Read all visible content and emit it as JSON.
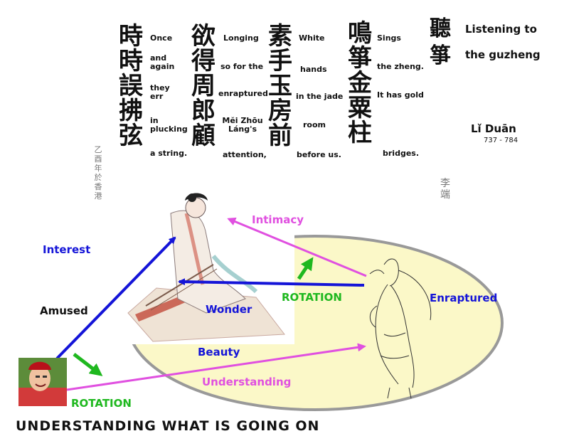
{
  "poem": {
    "columns": [
      {
        "chars": [
          "時",
          "時",
          "誤",
          "拂",
          "弦"
        ],
        "gloss": [
          "Once",
          "and again",
          "they err",
          "in plucking",
          "a string."
        ]
      },
      {
        "chars": [
          "欲",
          "得",
          "周",
          "郎",
          "顧"
        ],
        "gloss": [
          "Longing",
          "so for the",
          "enraptured",
          "Mĕi Zhōu Láng's",
          "attention,"
        ]
      },
      {
        "chars": [
          "素",
          "手",
          "玉",
          "房",
          "前"
        ],
        "gloss": [
          "White",
          "hands",
          "in the jade",
          "room",
          "before us."
        ]
      },
      {
        "chars": [
          "鳴",
          "箏",
          "金",
          "粟",
          "柱"
        ],
        "gloss": [
          "Sings",
          "the zheng.",
          "It has gold",
          "",
          "bridges."
        ]
      }
    ],
    "title_chars": [
      "聽",
      "箏"
    ],
    "title_lines": [
      "Listening to",
      "the guzheng"
    ],
    "author": "Lǐ Duān",
    "dates": "737 - 784",
    "left_seal": "乙酉年於香港",
    "right_seal": "李端"
  },
  "diagram": {
    "labels": {
      "interest": "Interest",
      "amused": "Amused",
      "intimacy": "Intimacy",
      "rotation_top": "ROTATION",
      "enraptured": "Enraptured",
      "wonder": "Wonder",
      "beauty": "Beauty",
      "understanding": "Understanding",
      "rotation_bottom": "ROTATION"
    },
    "caption": "UNDERSTANDING WHAT IS GOING ON"
  },
  "colors": {
    "blue": "#1414d8",
    "green": "#1fb81f",
    "pink": "#e050e0",
    "ellipse_fill": "#fbf8c8",
    "ellipse_stroke": "#999999"
  }
}
